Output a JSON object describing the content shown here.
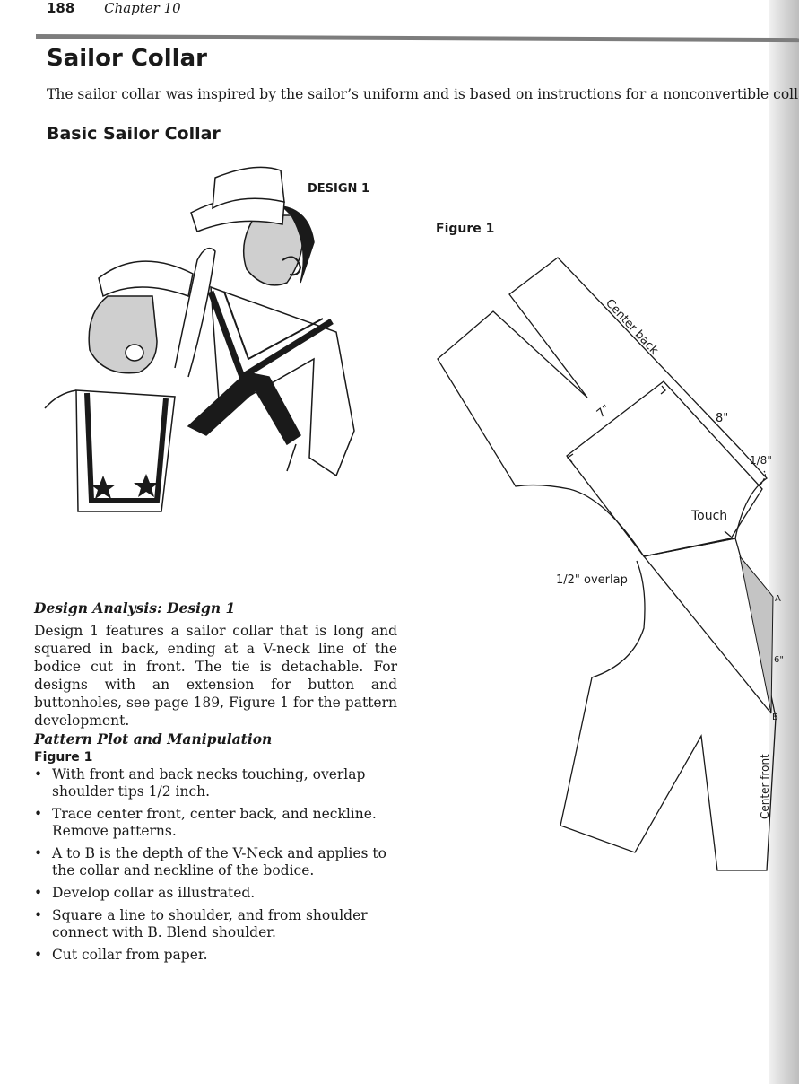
{
  "header": {
    "page_number": "188",
    "chapter": "Chapter 10"
  },
  "title": "Sailor Collar",
  "intro": "The sailor collar was inspired by the sailor’s uniform and is based on instructions for a nonconvertible collar.",
  "subtitle": "Basic Sailor Collar",
  "design_label": "DESIGN 1",
  "figure_label": "Figure 1",
  "pattern_labels": {
    "center_back": "Center back",
    "seven": "7\"",
    "eight": "8\"",
    "one_eighth": "1/8\"",
    "touch": "Touch",
    "overlap": "1/2\" overlap",
    "point_a": "A",
    "six": "6\"",
    "point_b": "B",
    "center_front": "Center front"
  },
  "analysis_heading": "Design Analysis: Design 1",
  "analysis_text": "Design 1 features a sailor collar that is long and squared in back, ending at a V-neck line of the bodice cut in front. The tie is detachable. For designs with an extension for button and buttonholes, see page 189, Figure 1 for the pattern development.",
  "plot_heading": "Pattern Plot and Manipulation",
  "plot_figure": "Figure 1",
  "bullets": [
    "With front and back necks touching, overlap shoulder tips 1/2 inch.",
    "Trace center front, center back, and neckline. Remove patterns.",
    "A to B is the depth of the V-Neck and applies to the collar and neckline of the bodice.",
    "Develop collar as illustrated.",
    "Square a line to shoulder, and from shoulder connect with B. Blend shoulder.",
    "Cut collar from paper."
  ]
}
